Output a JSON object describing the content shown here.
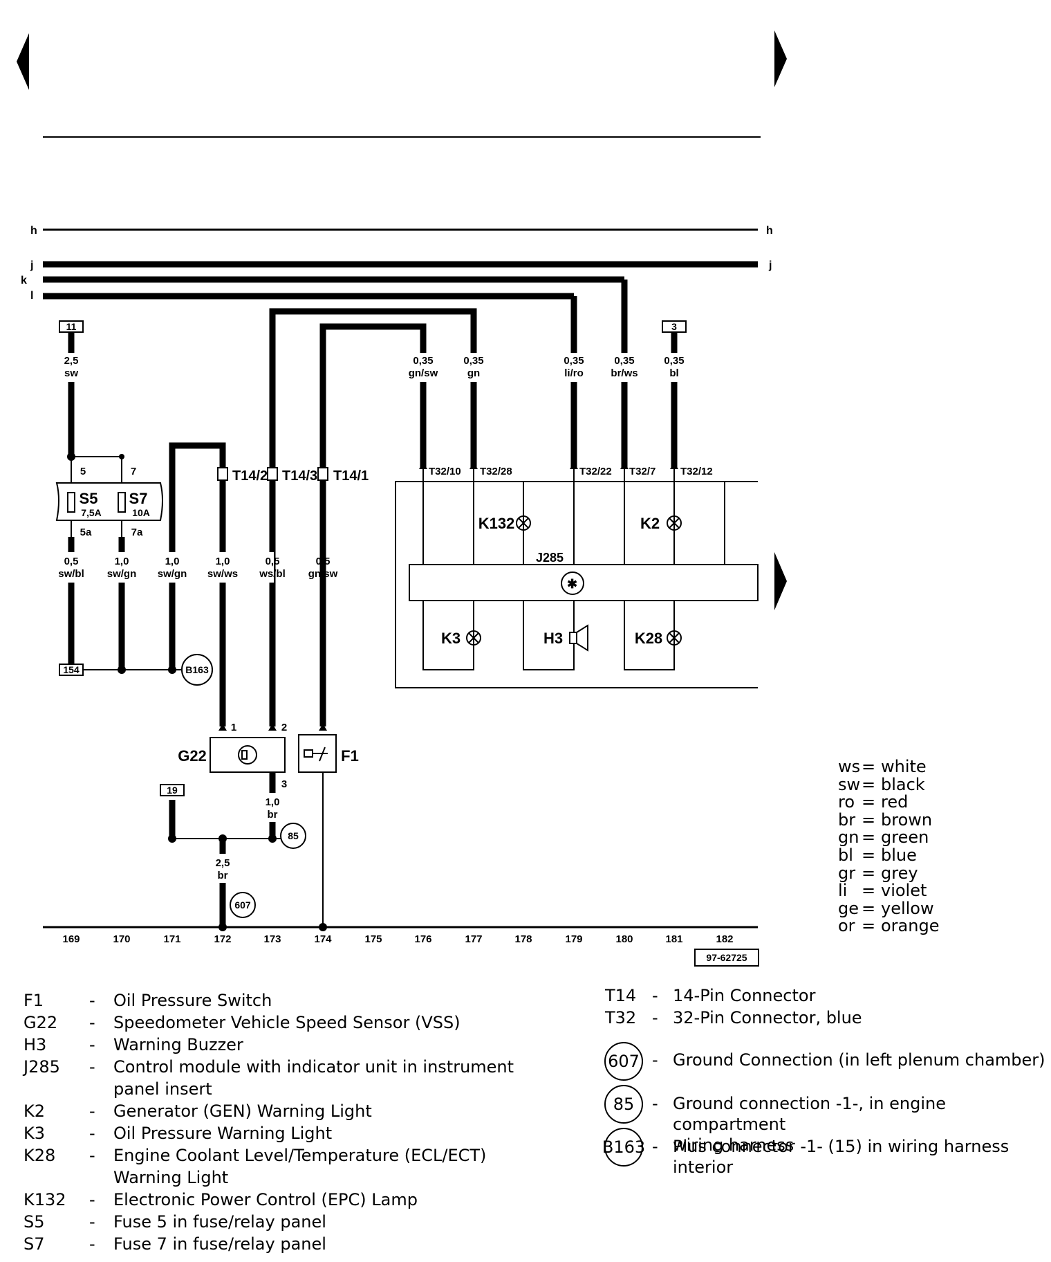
{
  "drawing_id": "97-62725",
  "bus_labels": {
    "h": "h",
    "j": "j",
    "k": "k",
    "l": "l"
  },
  "ref_boxes": {
    "r11": "11",
    "r3": "3",
    "r154": "154",
    "r19": "19"
  },
  "track_numbers": [
    "169",
    "170",
    "171",
    "172",
    "173",
    "174",
    "175",
    "176",
    "177",
    "178",
    "179",
    "180",
    "181",
    "182"
  ],
  "wires": {
    "w169a": [
      "2,5",
      "sw"
    ],
    "w169b": [
      "0,5",
      "sw/bl"
    ],
    "w170": [
      "1,0",
      "sw/gn"
    ],
    "w171": [
      "1,0",
      "sw/gn"
    ],
    "w172": [
      "1,0",
      "sw/ws"
    ],
    "w173": [
      "0,5",
      "ws/bl"
    ],
    "w174": [
      "0,5",
      "gn/sw"
    ],
    "w176": [
      "0,35",
      "gn/sw"
    ],
    "w177": [
      "0,35",
      "gn"
    ],
    "w179": [
      "0,35",
      "li/ro"
    ],
    "w180": [
      "0,35",
      "br/ws"
    ],
    "w181": [
      "0,35",
      "bl"
    ],
    "w173b": [
      "1,0",
      "br"
    ],
    "w172b": [
      "2,5",
      "br"
    ]
  },
  "pins": {
    "p5": "5",
    "p7": "7",
    "p5a": "5a",
    "p7a": "7a",
    "g1": "1",
    "g2": "2",
    "g3": "3"
  },
  "connectors": {
    "t142": "T14/2",
    "t143": "T14/3",
    "t141": "T14/1",
    "t3210": "T32/10",
    "t3228": "T32/28",
    "t3222": "T32/22",
    "t327": "T32/7",
    "t3212": "T32/12"
  },
  "fuses": {
    "s5": "S5",
    "s5v": "7,5A",
    "s7": "S7",
    "s7v": "10A"
  },
  "components": {
    "k132": "K132",
    "k2": "K2",
    "j285": "J285",
    "k3": "K3",
    "h3": "H3",
    "k28": "K28",
    "g22": "G22",
    "f1": "F1"
  },
  "grounds": {
    "b163": "B163",
    "g85": "85",
    "g607": "607"
  },
  "colors": [
    {
      "ab": "ws",
      "name": "white"
    },
    {
      "ab": "sw",
      "name": "black"
    },
    {
      "ab": "ro",
      "name": "red"
    },
    {
      "ab": "br",
      "name": "brown"
    },
    {
      "ab": "gn",
      "name": "green"
    },
    {
      "ab": "bl",
      "name": "blue"
    },
    {
      "ab": "gr",
      "name": "grey"
    },
    {
      "ab": "li",
      "name": "violet"
    },
    {
      "ab": "ge",
      "name": "yellow"
    },
    {
      "ab": "or",
      "name": "orange"
    }
  ],
  "legend_left": [
    {
      "code": "F1",
      "desc": "Oil Pressure Switch"
    },
    {
      "code": "G22",
      "desc": "Speedometer Vehicle Speed Sensor (VSS)"
    },
    {
      "code": "H3",
      "desc": "Warning Buzzer"
    },
    {
      "code": "J285",
      "desc": "Control module with indicator unit in instrument",
      "desc2": "panel insert"
    },
    {
      "code": "K2",
      "desc": "Generator (GEN) Warning Light"
    },
    {
      "code": "K3",
      "desc": "Oil Pressure Warning Light"
    },
    {
      "code": "K28",
      "desc": "Engine Coolant Level/Temperature (ECL/ECT)",
      "desc2": "Warning Light"
    },
    {
      "code": "K132",
      "desc": "Electronic Power Control (EPC) Lamp"
    },
    {
      "code": "S5",
      "desc": "Fuse 5 in fuse/relay panel"
    },
    {
      "code": "S7",
      "desc": "Fuse 7 in fuse/relay panel"
    }
  ],
  "legend_right": {
    "t14": {
      "code": "T14",
      "desc": "14-Pin Connector"
    },
    "t32": {
      "code": "T32",
      "desc": "32-Pin Connector, blue"
    },
    "g607": {
      "code": "607",
      "desc": "Ground Connection (in left plenum chamber)"
    },
    "g85": {
      "code": "85",
      "desc": "Ground connection -1-, in engine compartment",
      "desc2": "wiring harness"
    },
    "b163": {
      "code": "B163",
      "desc": "Plus connector -1- (15) in wiring harness interior"
    }
  }
}
